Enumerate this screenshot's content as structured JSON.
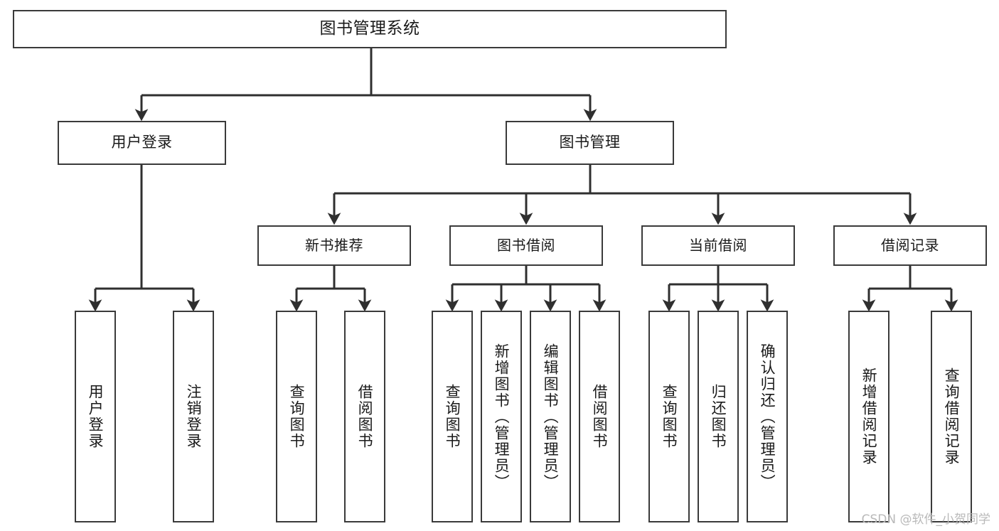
{
  "diagram": {
    "title": "图书管理系统",
    "type": "tree",
    "colors": {
      "box_border": "#3a3a3a",
      "box_fill": "#ffffff",
      "edge": "#2f2f2f",
      "text": "#1a1a1a",
      "watermark": "#b9b9b9",
      "canvas": "#ffffff"
    },
    "watermark": "CSDN @软件_小贺同学",
    "nodes": {
      "root": {
        "label": "图书管理系统"
      },
      "level1": [
        {
          "id": "user-login",
          "label": "用户登录"
        },
        {
          "id": "book-manage",
          "label": "图书管理"
        }
      ],
      "level2": [
        {
          "id": "new-book-rec",
          "label": "新书推荐",
          "parent": "book-manage"
        },
        {
          "id": "book-borrow",
          "label": "图书借阅",
          "parent": "book-manage"
        },
        {
          "id": "current-borrow",
          "label": "当前借阅",
          "parent": "book-manage"
        },
        {
          "id": "borrow-record",
          "label": "借阅记录",
          "parent": "book-manage"
        }
      ],
      "leaves": [
        {
          "id": "leaf-user-login",
          "label": "用户登录",
          "parent": "user-login"
        },
        {
          "id": "leaf-user-logout",
          "label": "注销登录",
          "parent": "user-login"
        },
        {
          "id": "leaf-query-book-1",
          "label": "查询图书",
          "parent": "new-book-rec"
        },
        {
          "id": "leaf-borrow-book-1",
          "label": "借阅图书",
          "parent": "new-book-rec"
        },
        {
          "id": "leaf-query-book-2",
          "label": "查询图书",
          "parent": "book-borrow"
        },
        {
          "id": "leaf-add-book",
          "label": "新增图书（管理员）",
          "parent": "book-borrow"
        },
        {
          "id": "leaf-edit-book",
          "label": "编辑图书（管理员）",
          "parent": "book-borrow"
        },
        {
          "id": "leaf-borrow-book-2",
          "label": "借阅图书",
          "parent": "book-borrow"
        },
        {
          "id": "leaf-query-book-3",
          "label": "查询图书",
          "parent": "current-borrow"
        },
        {
          "id": "leaf-return-book",
          "label": "归还图书",
          "parent": "current-borrow"
        },
        {
          "id": "leaf-confirm-return",
          "label": "确认归还（管理员）",
          "parent": "current-borrow"
        },
        {
          "id": "leaf-add-record",
          "label": "新增借阅记录",
          "parent": "borrow-record"
        },
        {
          "id": "leaf-query-record",
          "label": "查询借阅记录",
          "parent": "borrow-record"
        }
      ]
    }
  }
}
